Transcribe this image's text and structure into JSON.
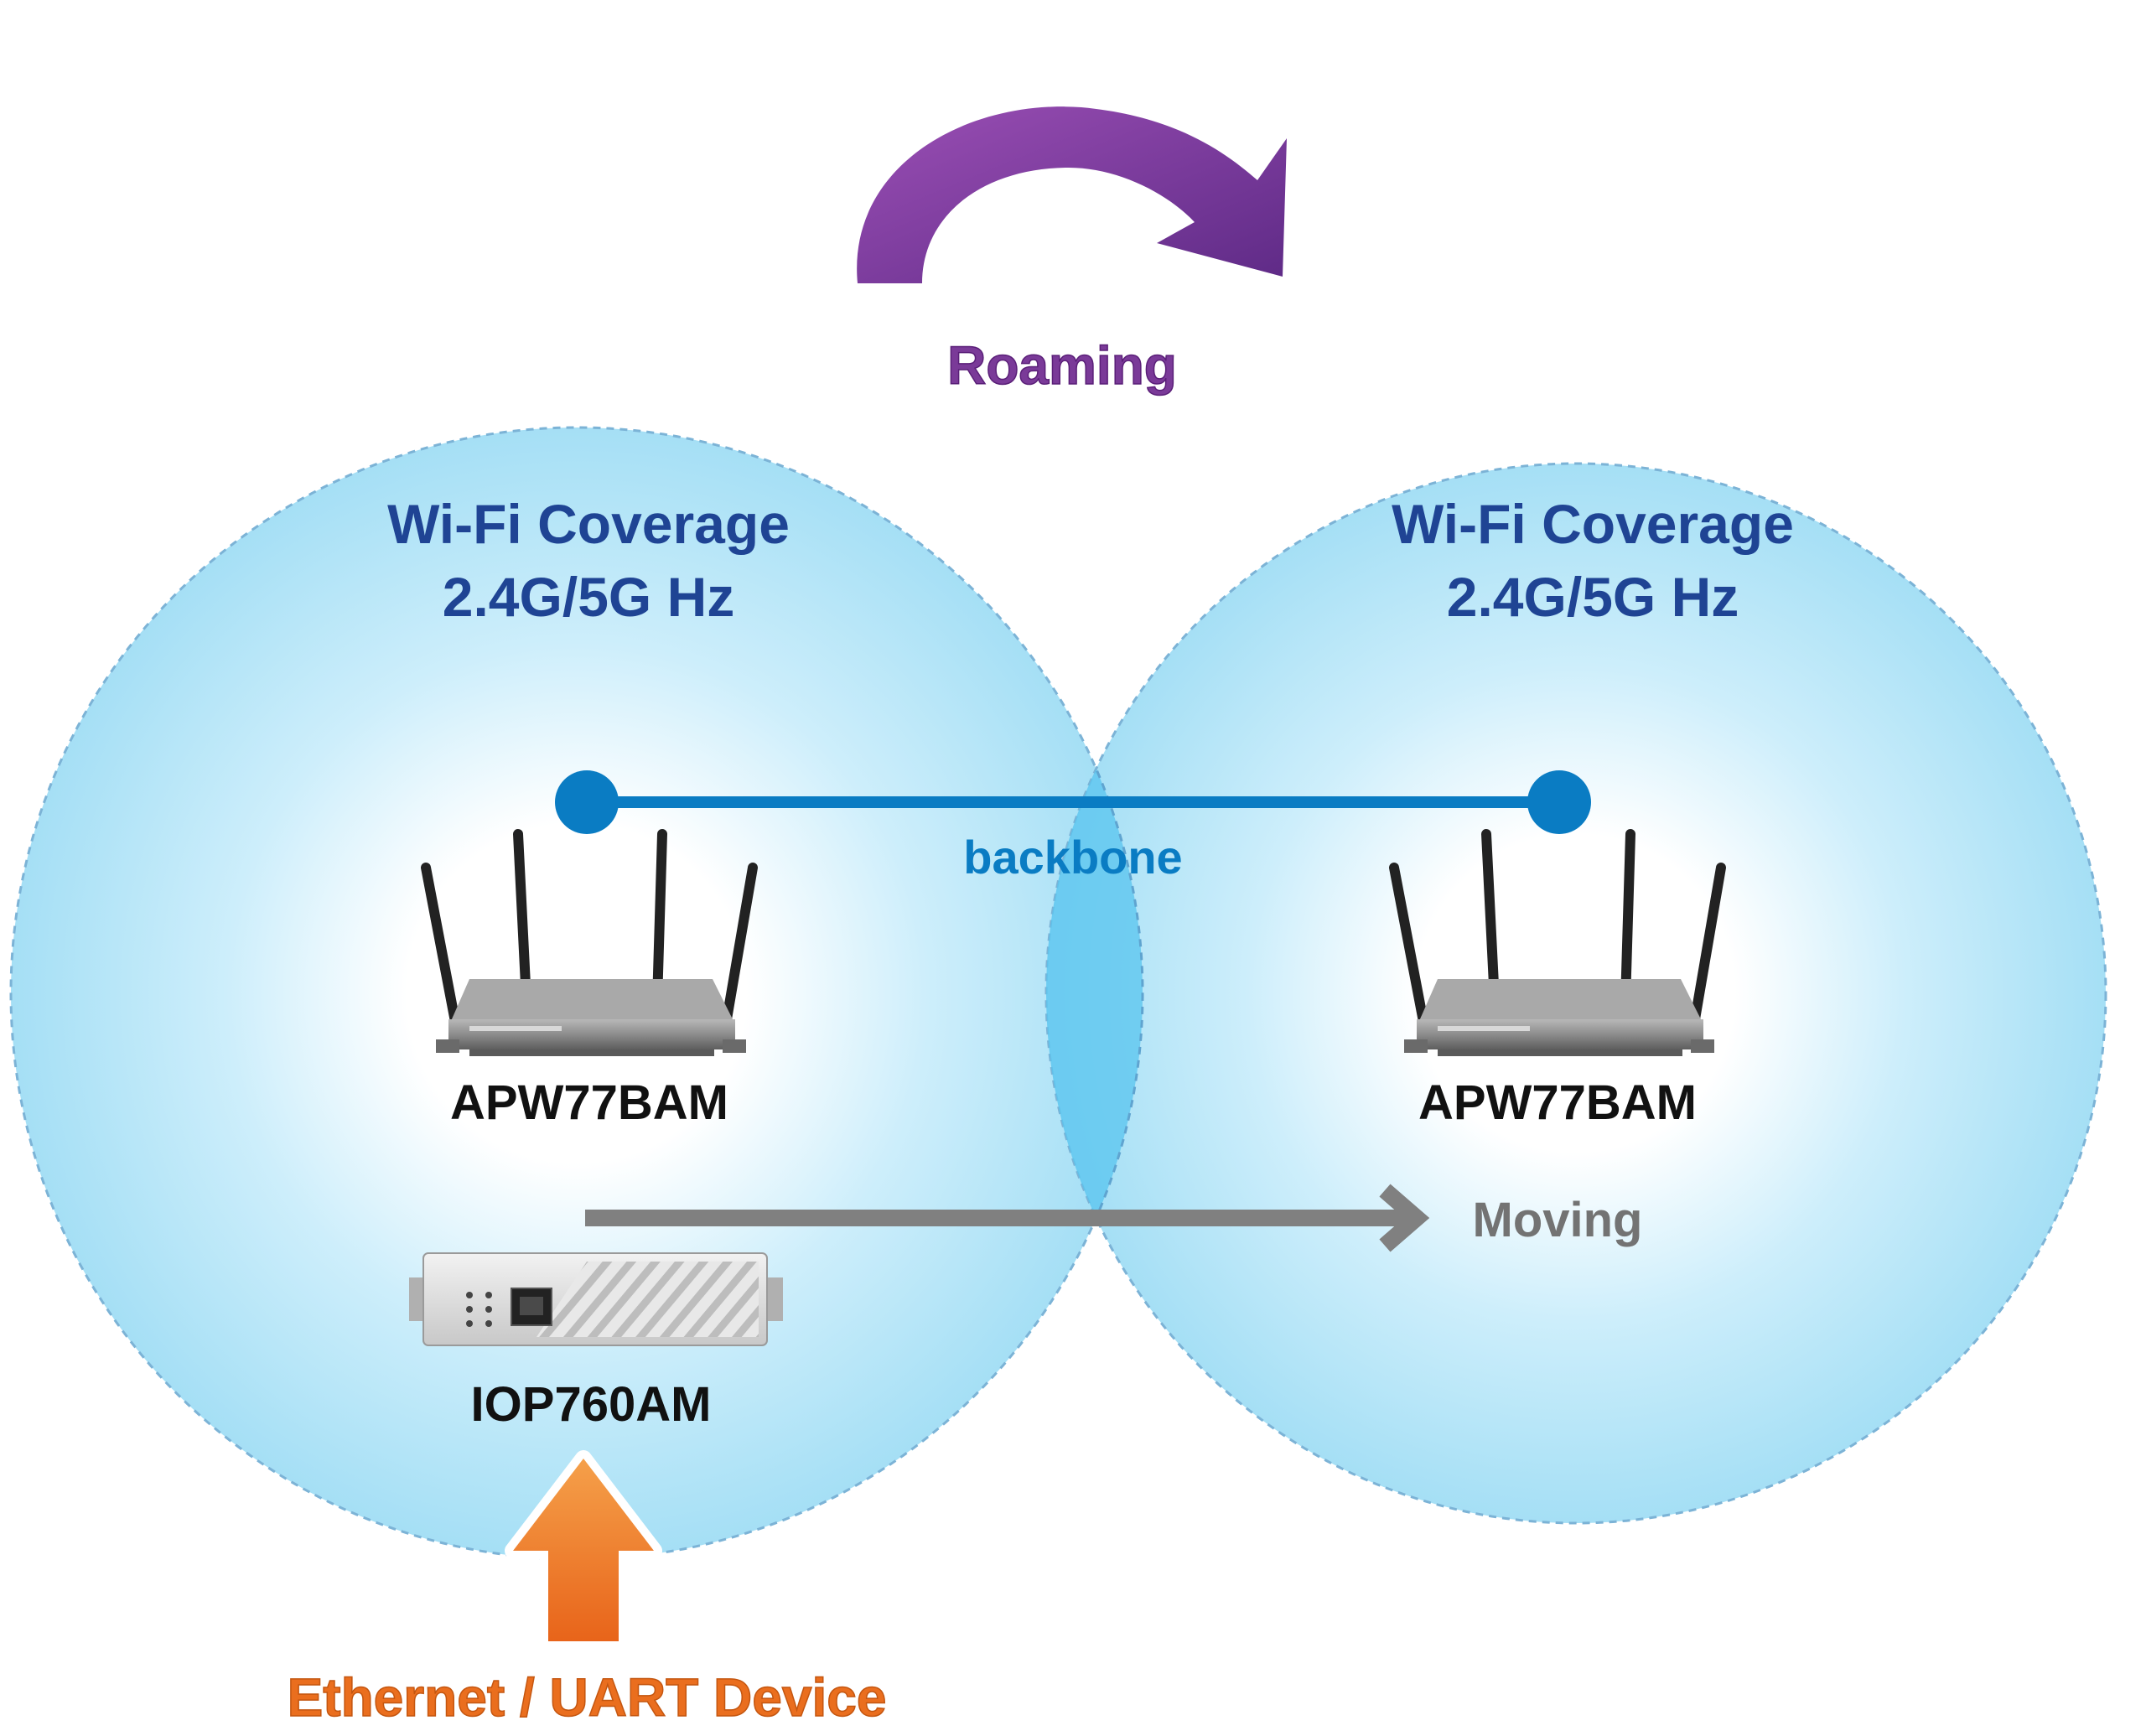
{
  "roaming_label": "Roaming",
  "cells": [
    {
      "coverage_title": "Wi-Fi Coverage",
      "coverage_band": "2.4G/5G Hz",
      "device_label": "APW77BAM"
    },
    {
      "coverage_title": "Wi-Fi Coverage",
      "coverage_band": "2.4G/5G Hz",
      "device_label": "APW77BAM"
    }
  ],
  "backbone_label": "backbone",
  "moving_label": "Moving",
  "client_device_label": "IOP760AM",
  "source_device_label": "Ethernet / UART Device",
  "colors": {
    "coverage_fill": "#a8e0f6",
    "coverage_overlap": "#5cc6f0",
    "title_blue": "#1f4494",
    "backbone": "#0a7cc3",
    "roaming_purple": "#7a3a98",
    "moving_gray": "#737373",
    "source_orange": "#ea6e1e"
  }
}
